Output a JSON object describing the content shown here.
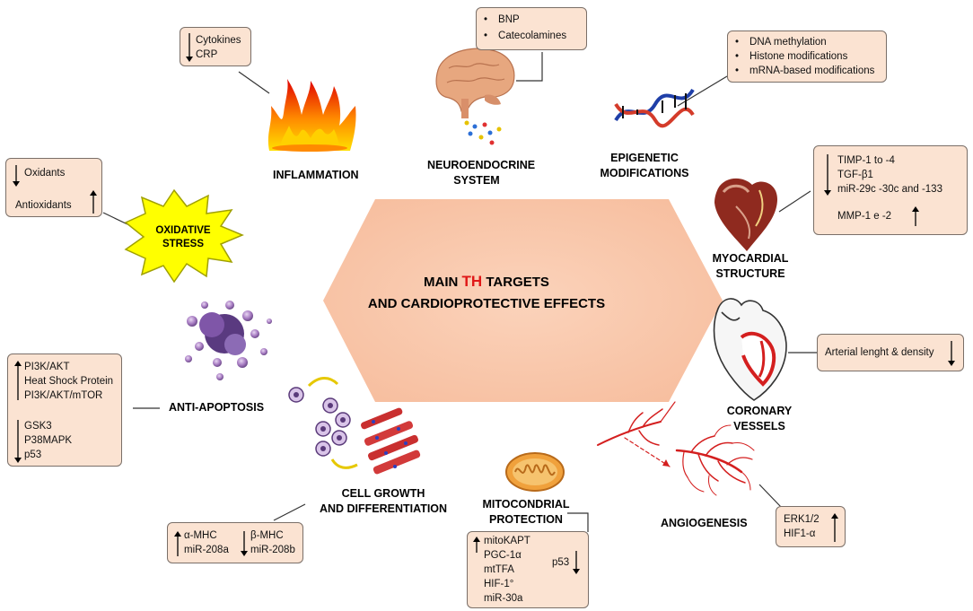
{
  "center": {
    "line1_pre": "MAIN ",
    "line1_th": "TH",
    "line1_post": " TARGETS",
    "line2": "AND CARDIOPROTECTIVE  EFFECTS"
  },
  "labels": {
    "inflammation": "INFLAMMATION",
    "neuro1": "NEUROENDOCRINE",
    "neuro2": "SYSTEM",
    "epi1": "EPIGENETIC",
    "epi2": "MODIFICATIONS",
    "oxid1": "OXIDATIVE",
    "oxid2": "STRESS",
    "myo1": "MYOCARDIAL",
    "myo2": "STRUCTURE",
    "cor1": "CORONARY",
    "cor2": "VESSELS",
    "apoptosis": "ANTI-APOPTOSIS",
    "cell1": "CELL GROWTH",
    "cell2": "AND DIFFERENTIATION",
    "mito1": "MITOCONDRIAL",
    "mito2": "PROTECTION",
    "angio": "ANGIOGENESIS"
  },
  "boxes": {
    "inflammation": [
      "Cytokines",
      "CRP"
    ],
    "neuro": [
      "BNP",
      "Catecolamines"
    ],
    "epi": [
      "DNA methylation",
      "Histone modifications",
      "mRNA-based modifications"
    ],
    "oxid": [
      "Oxidants",
      "Antioxidants"
    ],
    "myo": [
      "TIMP-1 to -4",
      "TGF-β1",
      "miR-29c -30c and -133",
      "MMP-1 e -2"
    ],
    "cor": [
      "Arterial lenght & density"
    ],
    "apop": [
      "PI3K/AKT",
      "Heat Shock Protein",
      "PI3K/AKT/mTOR",
      "GSK3",
      "P38MAPK",
      "p53"
    ],
    "cell": [
      "α-MHC",
      "miR-208a",
      "β-MHC",
      "miR-208b"
    ],
    "mito": [
      "mitoKAPT",
      "PGC-1α",
      "mtTFA",
      "HIF-1°",
      "miR-30a",
      "p53"
    ],
    "angio": [
      "ERK1/2",
      "HIF1-α"
    ]
  },
  "bullet": "•"
}
